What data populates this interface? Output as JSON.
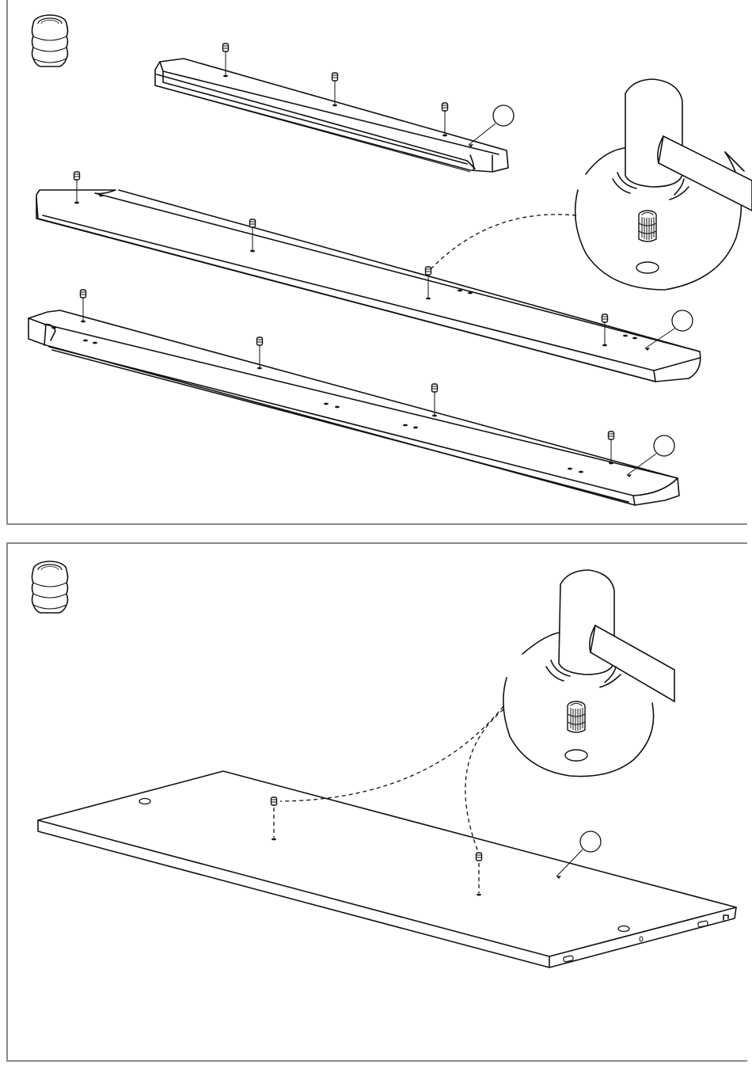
{
  "diagram": {
    "steps": [
      {
        "id": "step-top",
        "hardware": "wooden-dowel",
        "hardware_icon": "dowel-icon",
        "tool": "mallet",
        "tool_icon": "mallet-icon",
        "parts": [
          {
            "name": "rail-a",
            "callout": "",
            "dowels": 3
          },
          {
            "name": "rail-b",
            "callout": "",
            "dowels": 4
          },
          {
            "name": "rail-c",
            "callout": "",
            "dowels": 4
          }
        ]
      },
      {
        "id": "step-bottom",
        "hardware": "wooden-dowel",
        "hardware_icon": "dowel-icon",
        "tool": "mallet",
        "tool_icon": "mallet-icon",
        "parts": [
          {
            "name": "panel",
            "callout": "",
            "dowels": 2
          }
        ]
      }
    ],
    "colors": {
      "line": "#111111",
      "frame": "#8a8a8a",
      "background": "#ffffff"
    }
  }
}
